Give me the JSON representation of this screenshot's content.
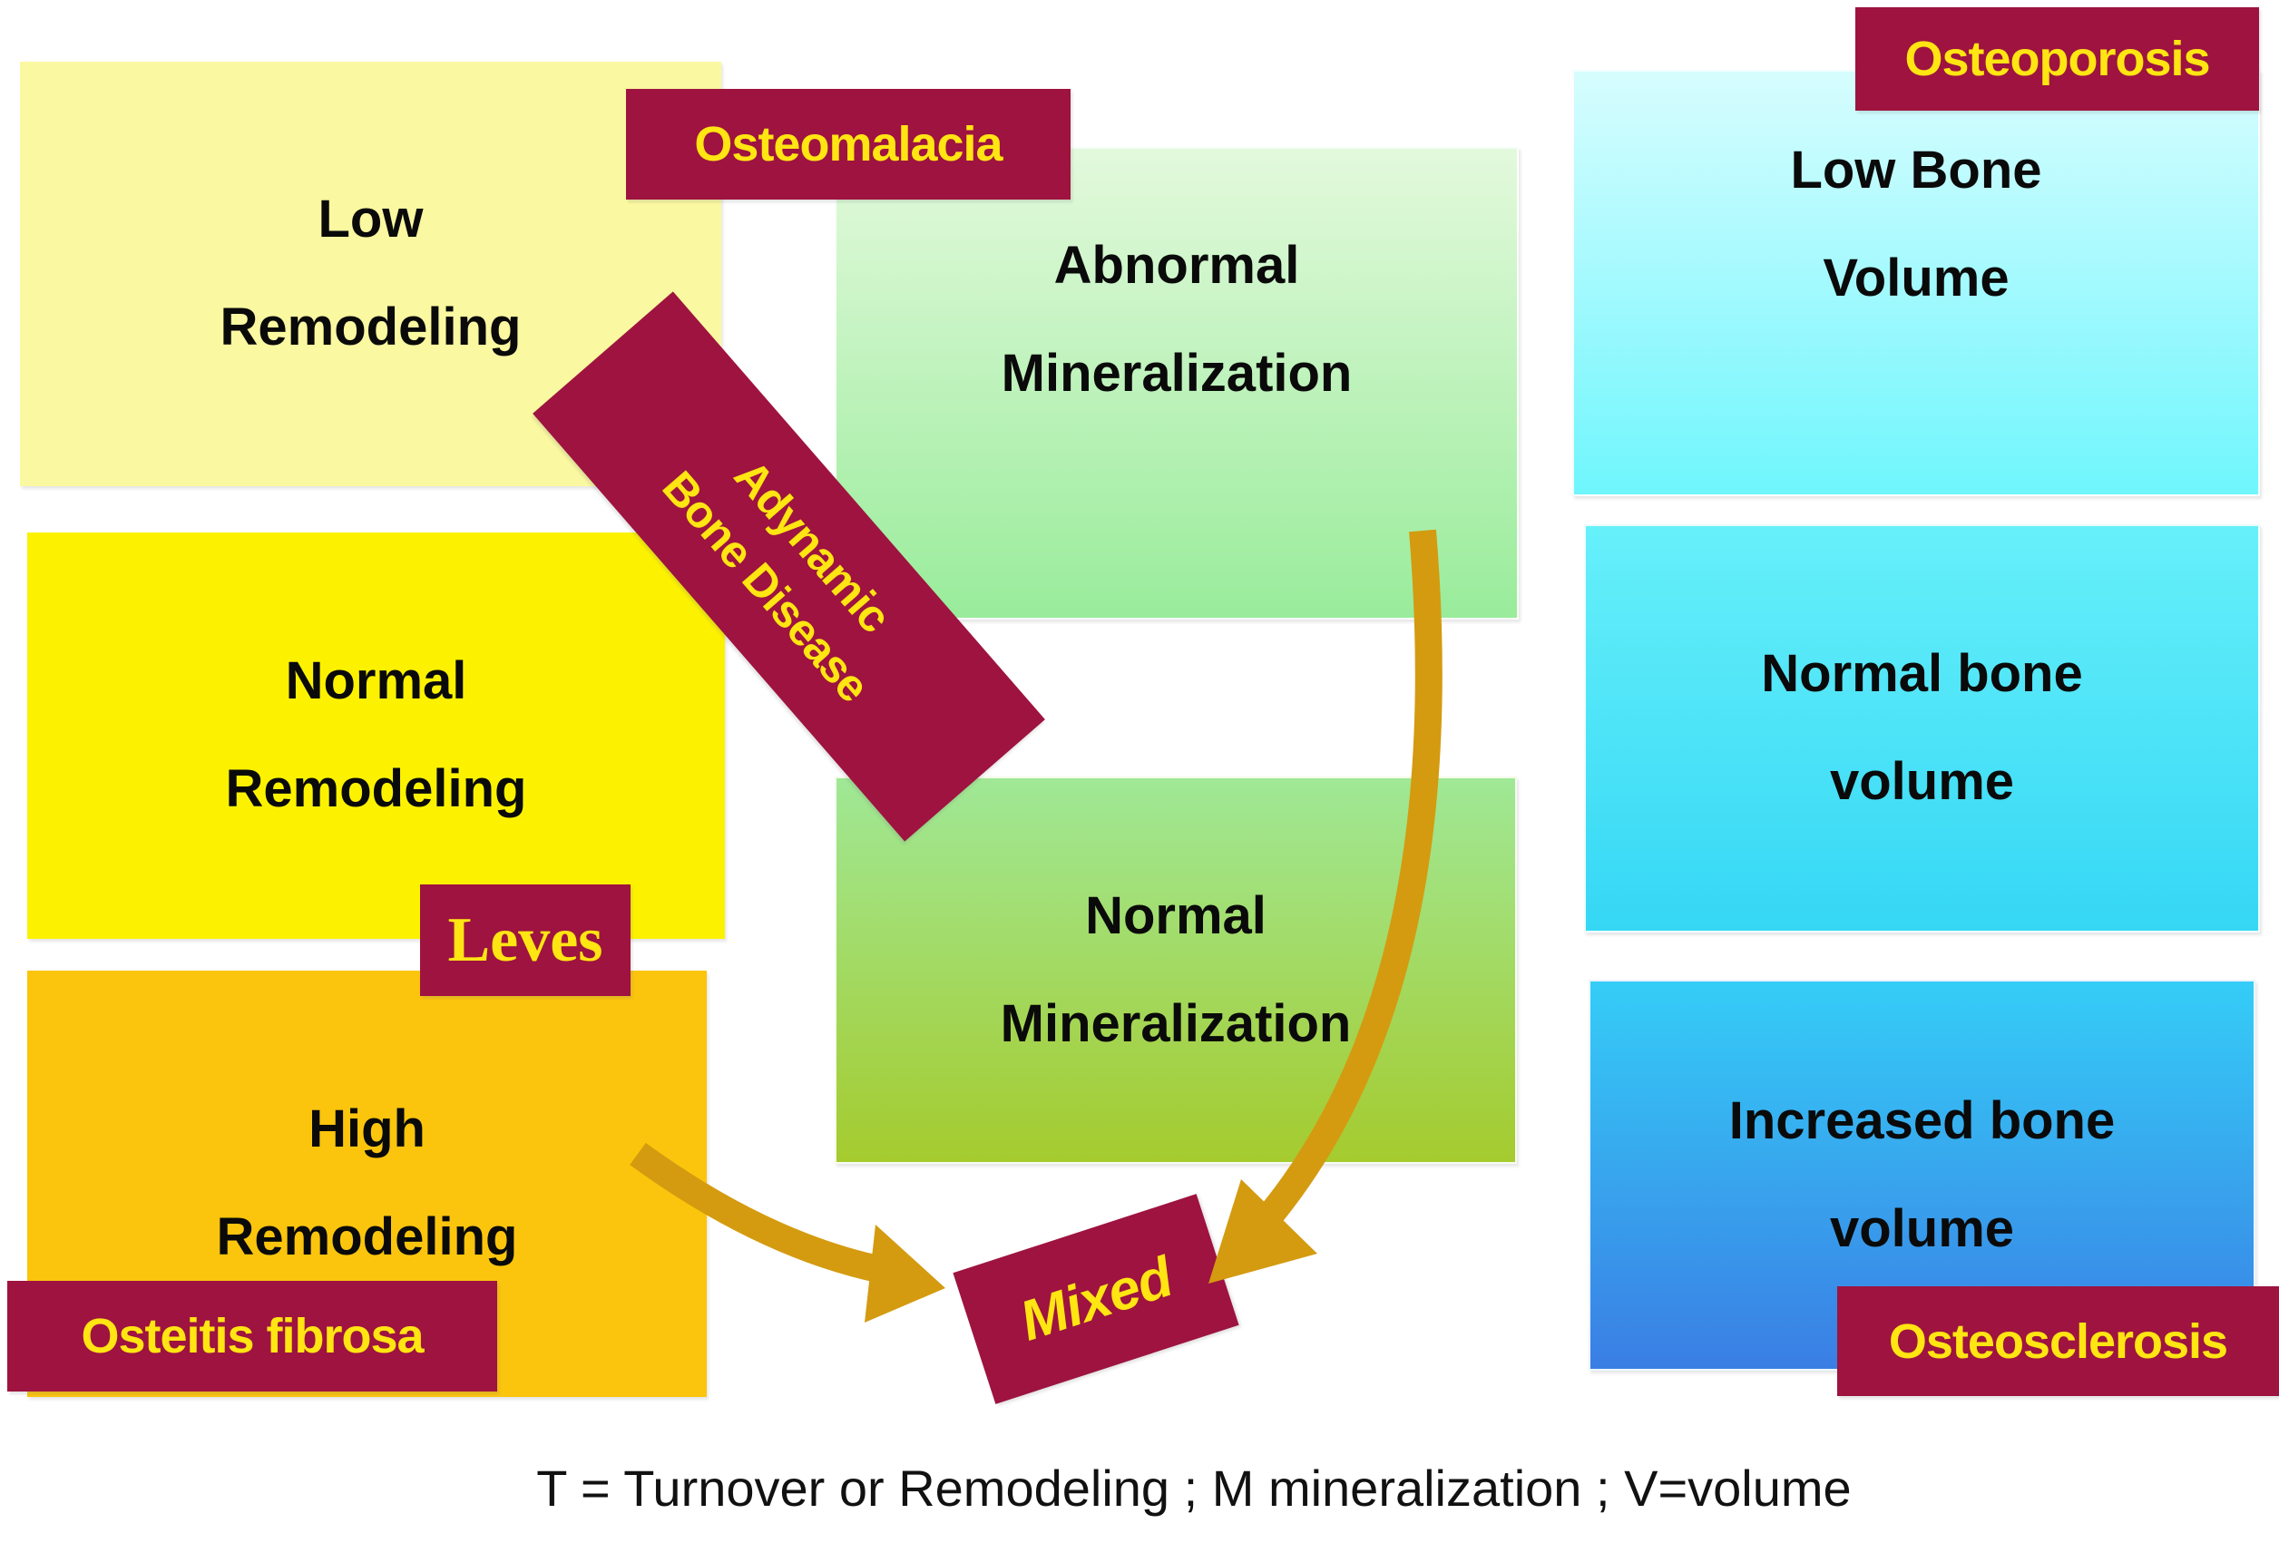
{
  "colors": {
    "maroon": "#9E1340",
    "label_yellow": "#FFE512",
    "arrow_gold": "#D49B10",
    "pale_yellow": "#FAF8A0",
    "bright_yellow": "#FCF200",
    "orange": "#FBC50D",
    "green1_top": "#E3F9DC",
    "green1_bottom": "#99EC9B",
    "green2_top": "#A0E896",
    "green2_bottom": "#A5CB2E",
    "cyan1_top": "#D7FDFE",
    "cyan1_bottom": "#6FF6FD",
    "cyan2_top": "#66F0FA",
    "cyan2_bottom": "#35D7F5",
    "blue_top": "#35CDF7",
    "blue_bottom": "#3A7EE4"
  },
  "boxes": {
    "low_remodeling": {
      "lines": [
        "Low",
        "Remodeling"
      ]
    },
    "normal_remodeling": {
      "lines": [
        "Normal",
        "Remodeling"
      ]
    },
    "high_remodeling": {
      "lines": [
        "High",
        "Remodeling"
      ]
    },
    "abnormal_mineralization": {
      "lines": [
        "Abnormal",
        "Mineralization"
      ]
    },
    "normal_mineralization": {
      "lines": [
        "Normal",
        "Mineralization"
      ]
    },
    "low_bone_volume": {
      "lines": [
        "Low Bone",
        "Volume"
      ]
    },
    "normal_bone_volume": {
      "lines": [
        "Normal bone",
        "volume"
      ]
    },
    "increased_bone_volume": {
      "lines": [
        "Increased bone",
        "volume"
      ]
    }
  },
  "labels": {
    "osteomalacia": "Osteomalacia",
    "osteoporosis": "Osteoporosis",
    "adynamic_line1": "Adynamic",
    "adynamic_line2": "Bone Disease",
    "leves": "Leves",
    "osteitis_fibrosa": "Osteitis fibrosa",
    "mixed": "Mixed",
    "osteosclerosis": "Osteosclerosis"
  },
  "caption": "T = Turnover or Remodeling ; M mineralization ; V=volume"
}
